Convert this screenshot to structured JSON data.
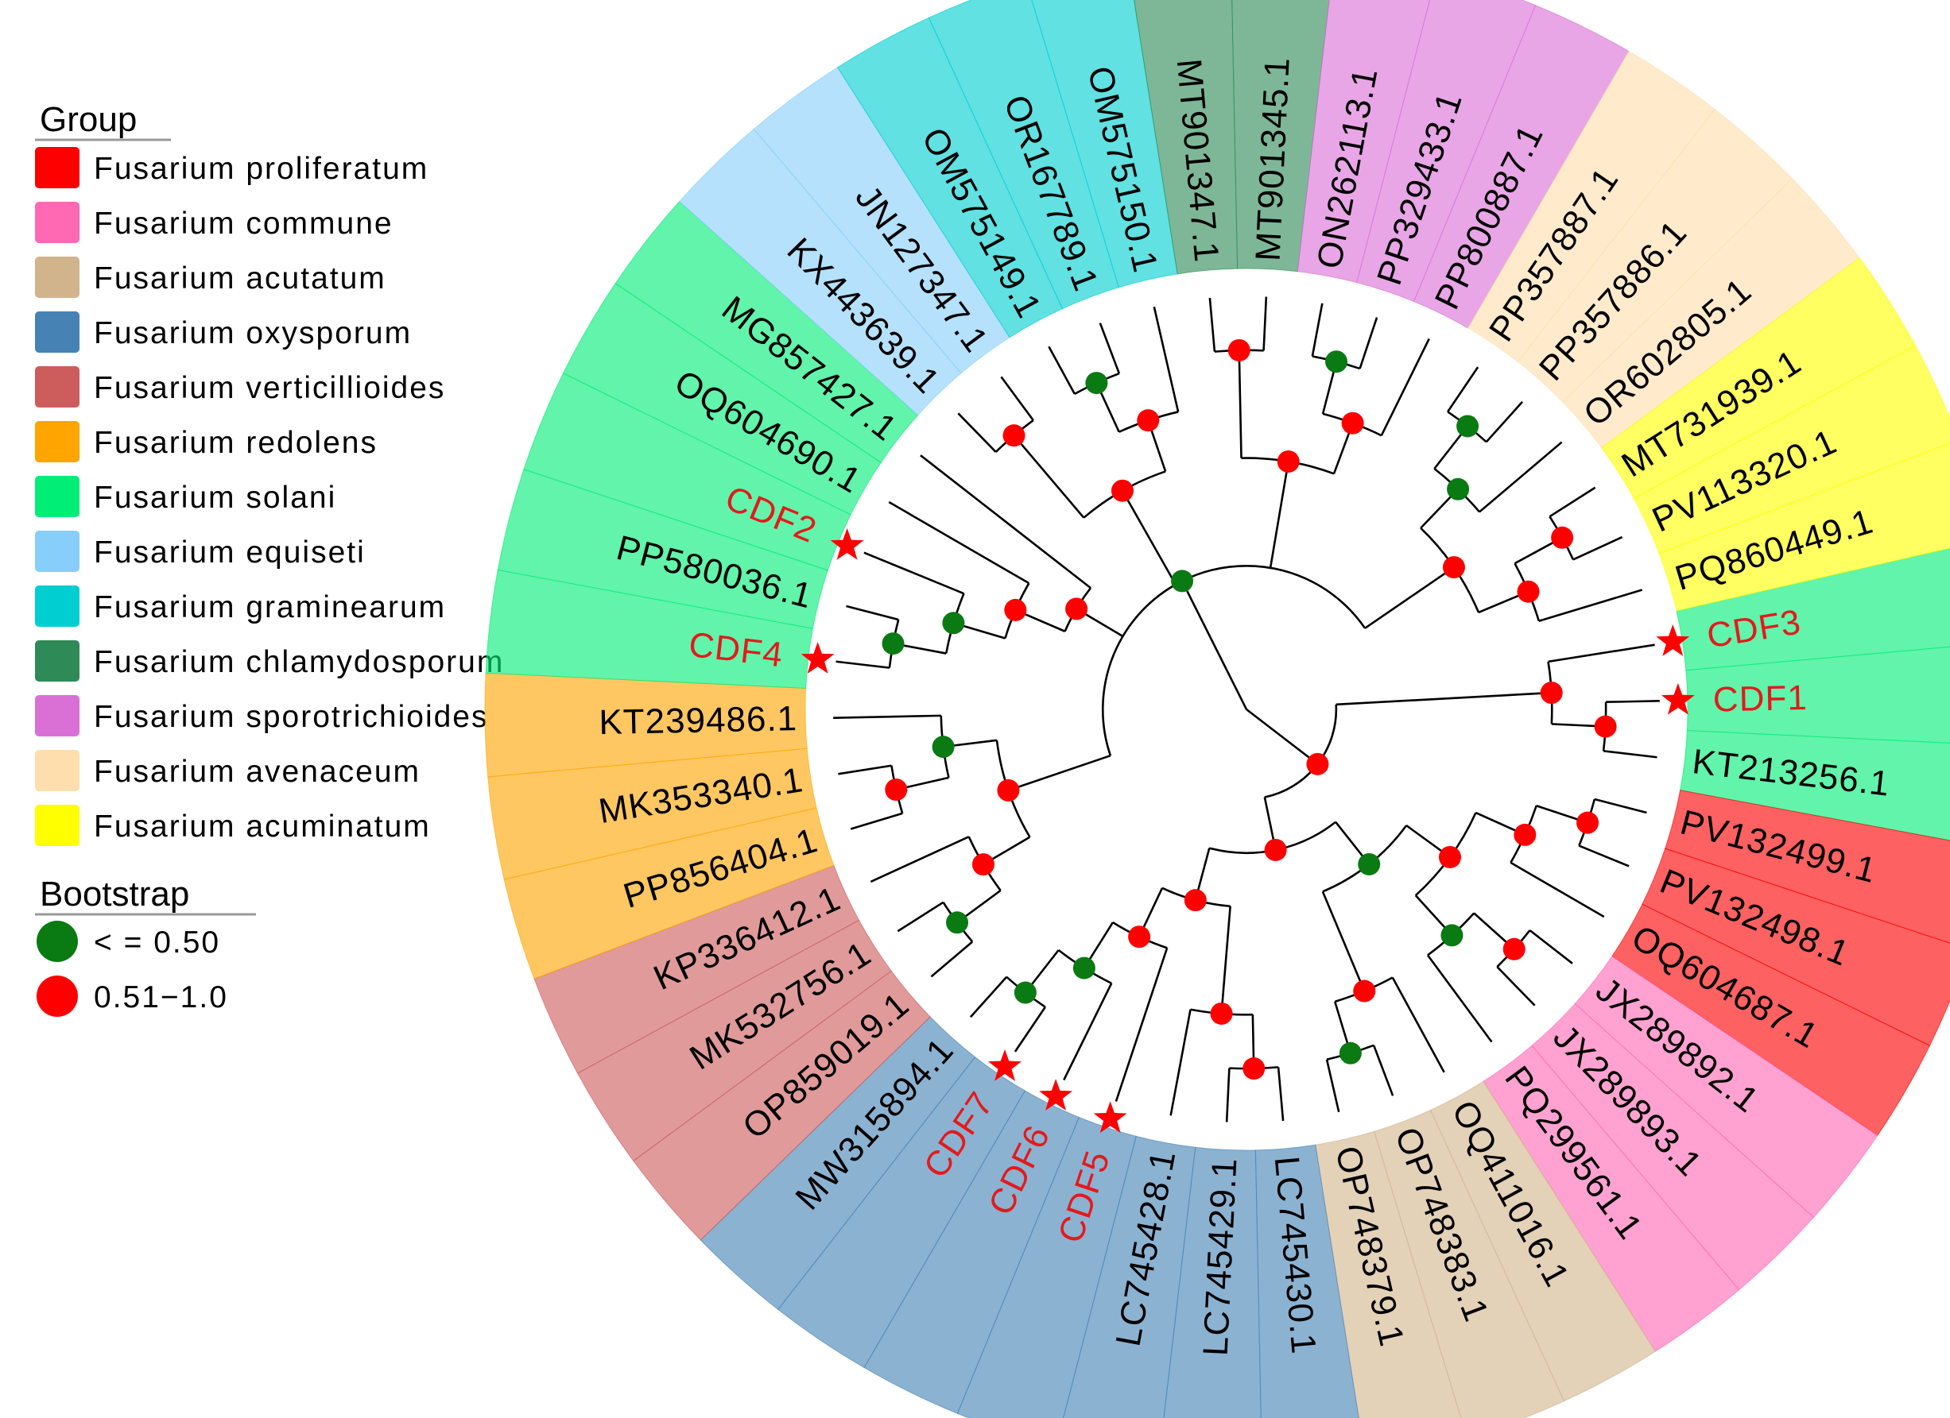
{
  "legend": {
    "group_title": "Group",
    "groups": [
      {
        "name": "Fusarium proliferatum",
        "color": "#fe0000"
      },
      {
        "name": "Fusarium commune",
        "color": "#ff69b4"
      },
      {
        "name": "Fusarium acutatum",
        "color": "#d2b48c"
      },
      {
        "name": "Fusarium oxysporum",
        "color": "#4682b4"
      },
      {
        "name": "Fusarium verticillioides",
        "color": "#cd5c5c"
      },
      {
        "name": "Fusarium redolens",
        "color": "#ffa500"
      },
      {
        "name": "Fusarium solani",
        "color": "#00ee76"
      },
      {
        "name": "Fusarium equiseti",
        "color": "#87cefa"
      },
      {
        "name": "Fusarium graminearum",
        "color": "#00ced1"
      },
      {
        "name": "Fusarium chlamydosporum",
        "color": "#2e8b57"
      },
      {
        "name": "Fusarium sporotrichioides",
        "color": "#da70d6"
      },
      {
        "name": "Fusarium avenaceum",
        "color": "#ffdead"
      },
      {
        "name": "Fusarium acuminatum",
        "color": "#ffff00"
      }
    ],
    "bootstrap_title": "Bootstrap",
    "bootstrap": [
      {
        "label": "< = 0.50",
        "color": "#0a7a12"
      },
      {
        "label": "0.51−1.0",
        "color": "#ff0000"
      }
    ]
  },
  "tree": {
    "leaves": [
      {
        "label": "CDF3",
        "group": 6,
        "query": true
      },
      {
        "label": "CDF1",
        "group": 6,
        "query": true
      },
      {
        "label": "KT213256.1",
        "group": 6,
        "query": false
      },
      {
        "label": "PV132499.1",
        "group": 0,
        "query": false
      },
      {
        "label": "PV132498.1",
        "group": 0,
        "query": false
      },
      {
        "label": "OQ604687.1",
        "group": 0,
        "query": false
      },
      {
        "label": "JX289892.1",
        "group": 1,
        "query": false
      },
      {
        "label": "JX289893.1",
        "group": 1,
        "query": false
      },
      {
        "label": "PQ299561.1",
        "group": 1,
        "query": false
      },
      {
        "label": "OQ411016.1",
        "group": 2,
        "query": false
      },
      {
        "label": "OP748383.1",
        "group": 2,
        "query": false
      },
      {
        "label": "OP748379.1",
        "group": 2,
        "query": false
      },
      {
        "label": "LC745430.1",
        "group": 3,
        "query": false
      },
      {
        "label": "LC745429.1",
        "group": 3,
        "query": false
      },
      {
        "label": "LC745428.1",
        "group": 3,
        "query": false
      },
      {
        "label": "CDF5",
        "group": 3,
        "query": true
      },
      {
        "label": "CDF6",
        "group": 3,
        "query": true
      },
      {
        "label": "CDF7",
        "group": 3,
        "query": true
      },
      {
        "label": "MW315894.1",
        "group": 3,
        "query": false
      },
      {
        "label": "OP859019.1",
        "group": 4,
        "query": false
      },
      {
        "label": "MK532756.1",
        "group": 4,
        "query": false
      },
      {
        "label": "KP336412.1",
        "group": 4,
        "query": false
      },
      {
        "label": "PP856404.1",
        "group": 5,
        "query": false
      },
      {
        "label": "MK353340.1",
        "group": 5,
        "query": false
      },
      {
        "label": "KT239486.1",
        "group": 5,
        "query": false
      },
      {
        "label": "CDF4",
        "group": 6,
        "query": true
      },
      {
        "label": "PP580036.1",
        "group": 6,
        "query": false
      },
      {
        "label": "CDF2",
        "group": 6,
        "query": true
      },
      {
        "label": "OQ604690.1",
        "group": 6,
        "query": false
      },
      {
        "label": "MG857427.1",
        "group": 6,
        "query": false
      },
      {
        "label": "KX443639.1",
        "group": 7,
        "query": false
      },
      {
        "label": "JN127347.1",
        "group": 7,
        "query": false
      },
      {
        "label": "OM575149.1",
        "group": 8,
        "query": false
      },
      {
        "label": "OR167789.1",
        "group": 8,
        "query": false
      },
      {
        "label": "OM575150.1",
        "group": 8,
        "query": false
      },
      {
        "label": "MT901347.1",
        "group": 9,
        "query": false
      },
      {
        "label": "MT901345.1",
        "group": 9,
        "query": false
      },
      {
        "label": "ON262113.1",
        "group": 10,
        "query": false
      },
      {
        "label": "PP329433.1",
        "group": 10,
        "query": false
      },
      {
        "label": "PP800887.1",
        "group": 10,
        "query": false
      },
      {
        "label": "PP357887.1",
        "group": 11,
        "query": false
      },
      {
        "label": "PP357886.1",
        "group": 11,
        "query": false
      },
      {
        "label": "OR602805.1",
        "group": 11,
        "query": false
      },
      {
        "label": "MT731939.1",
        "group": 12,
        "query": false
      },
      {
        "label": "PV113320.1",
        "group": 12,
        "query": false
      },
      {
        "label": "PQ860449.1",
        "group": 12,
        "query": false
      }
    ],
    "newick": "(((CDF3,(CDF1,KT213256.1)0.9)0.9,(((((PV132499.1,PV132498.1)0.9,OQ604687.1)0.9,((JX289892.1,JX289893.1)0.9,PQ299561.1)0.4)0.9,(OQ411016.1,(OP748383.1,OP748379.1)0.4)0.9)0.4,(((LC745430.1,LC745429.1)0.9,LC745428.1)0.9,(CDF5,(CDF6,(CDF7,MW315894.1)0.4)0.4)0.9)0.9)0.9)0.9,((((OP859019.1,MK532756.1)0.4,KP336412.1)0.9,((PP856404.1,MK353340.1)0.9,KT239486.1)0.4)0.9,((((CDF4,PP580036.1)0.4,CDF2)0.4,OQ604690.1)0.9,MG857427.1)0.9,((KX443639.1,JN127347.1)0.9,((OM575149.1,OR167789.1)0.4,OM575150.1)0.9)0.9,((MT901347.1,MT901345.1)0.9,((ON262113.1,PP329433.1)0.4,PP800887.1)0.9)0.9,(((PP357887.1,PP357886.1)0.4,OR602805.1)0.4,((MT731939.1,PV113320.1)0.9,PQ860449.1)0.9)0.9)0.4);"
  }
}
